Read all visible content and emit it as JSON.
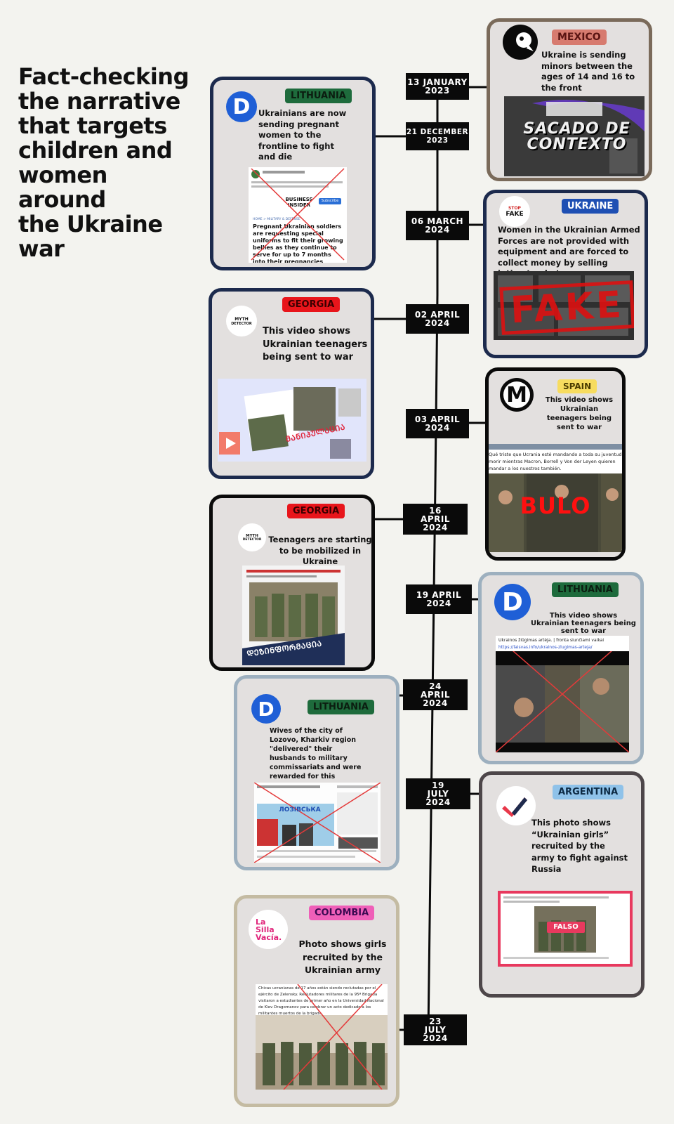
{
  "title_lines": [
    "Fact-checking",
    "the narrative",
    "that targets",
    "children and",
    "women around",
    "the Ukraine",
    "war"
  ],
  "dates": [
    {
      "lines": [
        "13 JANUARY",
        "2023"
      ]
    },
    {
      "lines": [
        "21 DECEMBER",
        "2023"
      ]
    },
    {
      "lines": [
        "06 MARCH",
        "2024"
      ]
    },
    {
      "lines": [
        "02 APRIL",
        "2024"
      ]
    },
    {
      "lines": [
        "03 APRIL",
        "2024"
      ]
    },
    {
      "lines": [
        "16",
        "APRIL",
        "2024"
      ]
    },
    {
      "lines": [
        "19 APRIL",
        "2024"
      ]
    },
    {
      "lines": [
        "24",
        "APRIL",
        "2024"
      ]
    },
    {
      "lines": [
        "19",
        "JULY",
        "2024"
      ]
    },
    {
      "lines": [
        "23",
        "JULY",
        "2024"
      ]
    }
  ],
  "cards": [
    {
      "country": "MEXICO",
      "text": "Ukraine is sending minors between the ages of 14 and 16 to the front",
      "verdict": "SACADO DE CONTEXTO"
    },
    {
      "country": "LITHUANIA",
      "text": "Ukrainians are now sending pregnant women to the frontline to fight and die",
      "logo": "D",
      "shot_brand": "BUSINESS INSIDER",
      "shot_button": "Subscribe",
      "shot_crumb": "HOME > MILITARY & DEFENSE",
      "shot_headline": "Pregnant Ukrainian soldiers are requesting special uniforms to fit their growing bellies as they continue to serve for up to 7 months into their pregnancies"
    },
    {
      "country": "UKRAINE",
      "text": "Women in the Ukrainian Armed Forces are not provided with equipment and are forced to collect money by selling intimate photos",
      "logo_top": "STOP",
      "logo_main": "FAKE",
      "verdict": "FAKE"
    },
    {
      "country": "GEORGIA",
      "text": "This video shows Ukrainian teenagers being sent to war",
      "logo_line1": "MYTH",
      "logo_line2": "DETECTOR",
      "stamp": "ᲛᲐᲜᲘᲞᲣᲚᲐᲪᲘᲐ"
    },
    {
      "country": "SPAIN",
      "text": "This video shows Ukrainian teenagers being sent to war",
      "logo": "M",
      "shot_caption": "Qué triste que Ucrania esté mandando a toda su juventud a morir mientras Macron, Borrell y Von der Leyen quieren mandar a los nuestros también.",
      "verdict": "BULO"
    },
    {
      "country": "GEORGIA",
      "text": "Teenagers are starting to be mobilized in Ukraine",
      "logo_line1": "MYTH",
      "logo_line2": "DETECTOR",
      "stamp": "ᲓᲔᲖᲘᲜᲤᲝᲠᲛᲐᲪᲘᲐ"
    },
    {
      "country": "LITHUANIA",
      "text": "This video shows Ukrainian teenagers being sent to war",
      "logo": "D",
      "shot_caption": "Ukrainos žiūgimas artėja. | fronta siunčiami vaikai",
      "shot_link": "https://laisvas.info/ukrainos-zlugimas-arteja/"
    },
    {
      "country": "LITHUANIA",
      "text": "Wives of the city of Lozovo, Kharkiv region \"delivered\" their husbands to military commissariats and were rewarded for this",
      "logo": "D",
      "shot_banner": "ЛОЗІВСЬКА"
    },
    {
      "country": "ARGENTINA",
      "text": "This photo shows “Ukrainian girls” recruited by the army to fight against Russia",
      "verdict": "FALSO"
    },
    {
      "country": "COLOMBIA",
      "text": "Photo shows girls recruited by the Ukrainian army",
      "logo_lines": [
        "La",
        "Silla",
        "Vacía."
      ],
      "shot_caption": "Chicas ucranianas de 17 años están siendo reclutadas por el ejército de Zelensky. Reclutadores militares de la 95ª Brigada visitaron a estudiantes de primer año en la Universidad Nacional de Kiev Dragomanov para celebrar un acto dedicado a los militantes muertos de la brigada."
    }
  ],
  "colors": {
    "line": "#0a0a0a",
    "mexico": "#d77b6f",
    "lithuania": "#1e6b3c",
    "ukraine": "#1e4fb3",
    "georgia": "#e8151b",
    "spain": "#f7dc5f",
    "argentina": "#8fc2e9",
    "colombia": "#ef5fb8",
    "border_navy": "#1c2a4d",
    "border_brown": "#7a6a5a",
    "border_steel": "#9db0bf",
    "border_gray": "#4d4649",
    "border_beige": "#c4bba2"
  }
}
